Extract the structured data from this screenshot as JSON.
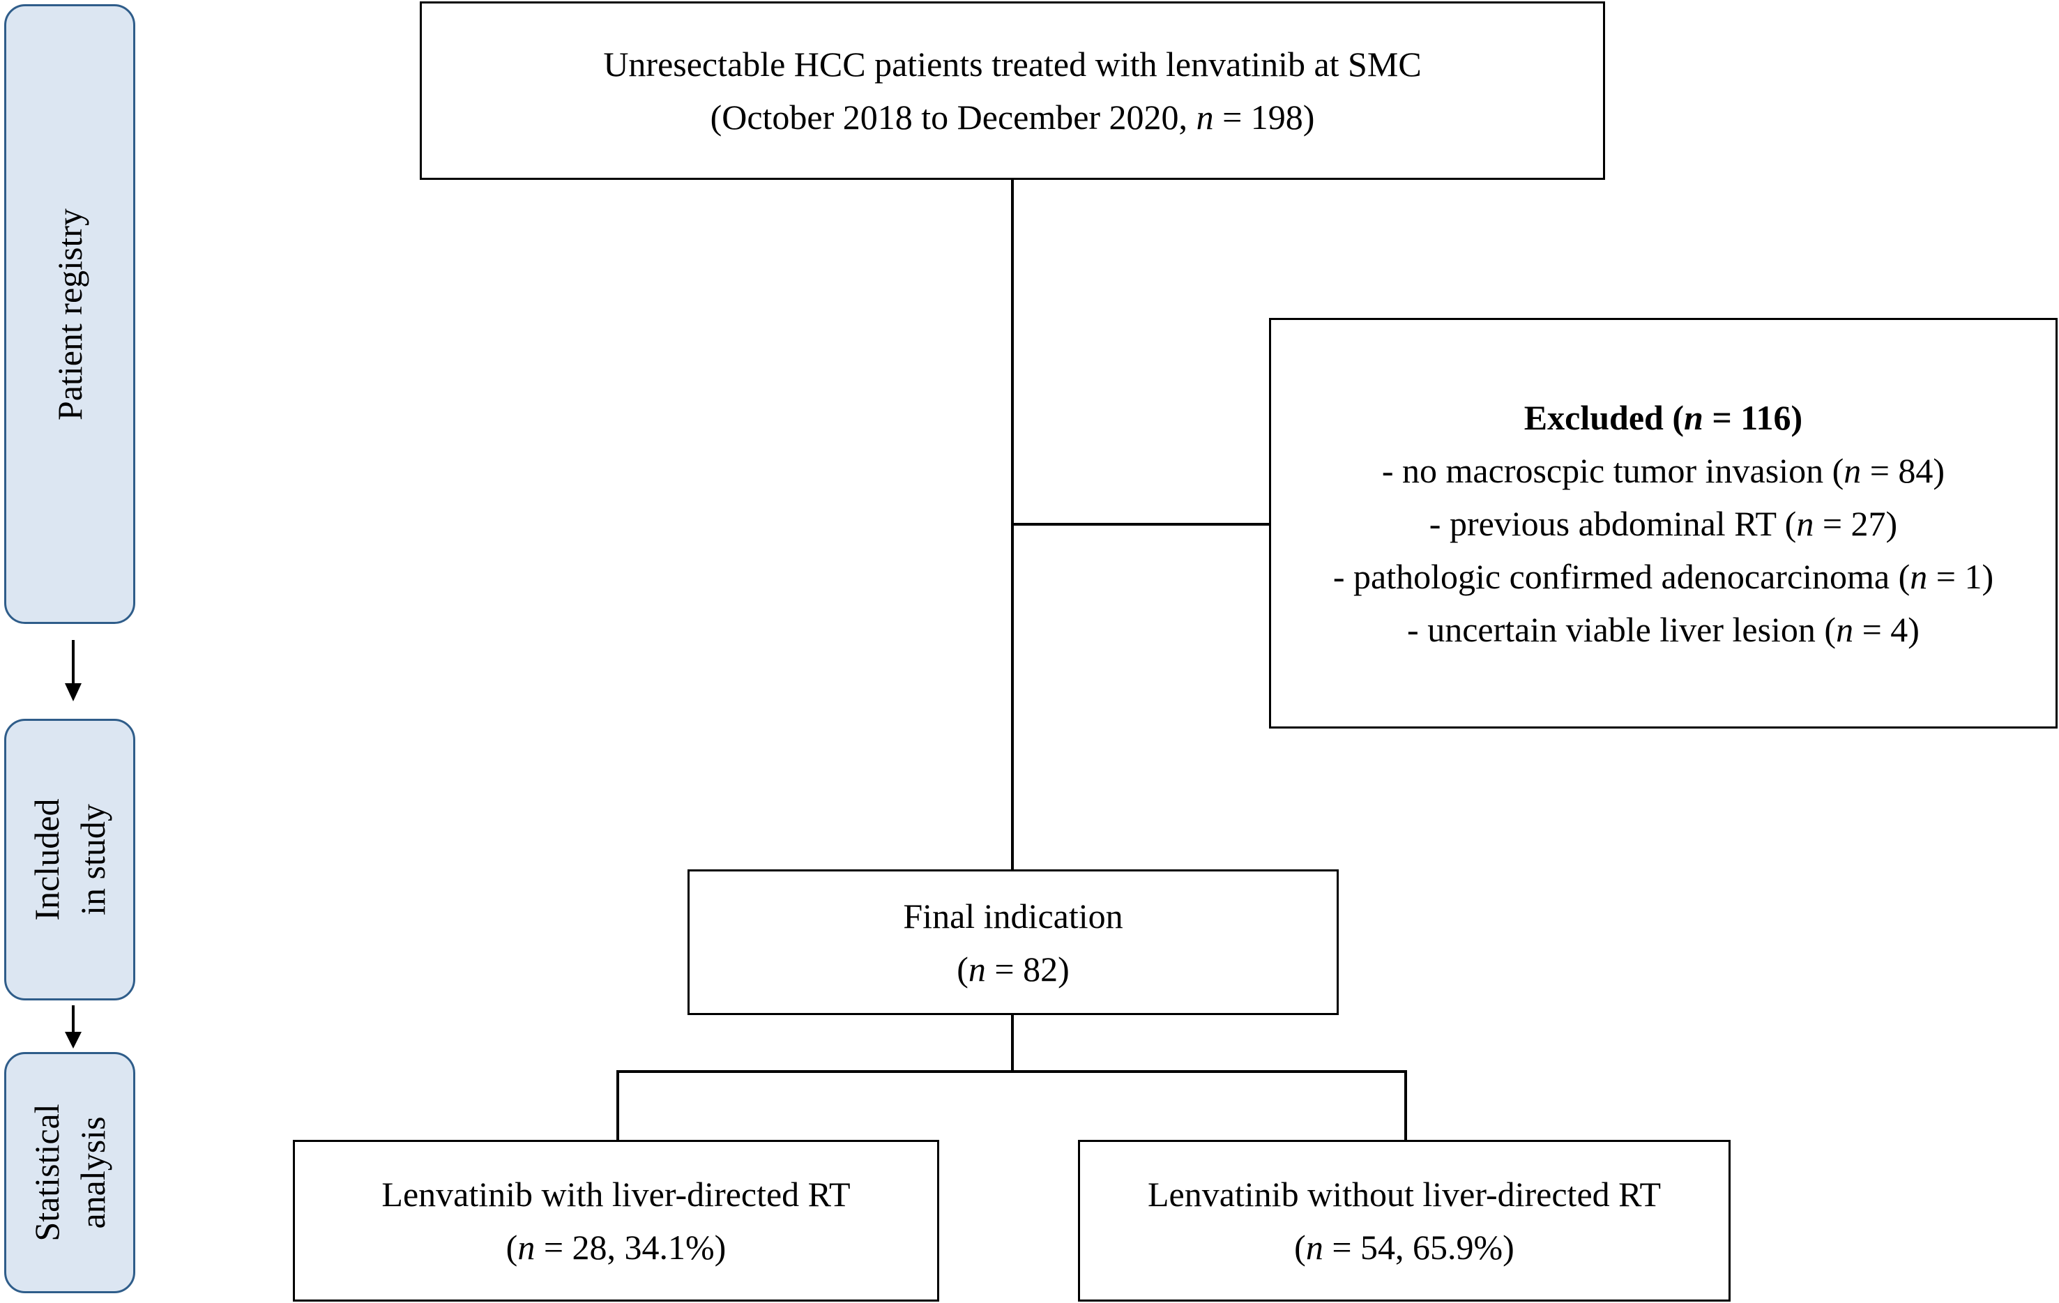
{
  "stages": [
    {
      "lines": [
        "Patient registry"
      ]
    },
    {
      "lines": [
        "Included",
        "in study"
      ]
    },
    {
      "lines": [
        "Statistical",
        "analysis"
      ]
    }
  ],
  "boxes": {
    "registry": {
      "line1": "Unresectable HCC patients treated with lenvatinib at SMC",
      "line2_pre": "(October 2018 to December 2020, ",
      "n_symbol": "n",
      "line2_post": " = 198)"
    },
    "excluded": {
      "title_pre": "Excluded (",
      "title_n": "n",
      "title_post": " = 116)",
      "items": [
        {
          "pre": "- no macroscpic tumor invasion (",
          "n": "n",
          "post": " = 84)"
        },
        {
          "pre": "- previous abdominal RT (",
          "n": "n",
          "post": " = 27)"
        },
        {
          "pre": "- pathologic confirmed adenocarcinoma (",
          "n": "n",
          "post": " = 1)"
        },
        {
          "pre": "- uncertain viable liver lesion (",
          "n": "n",
          "post": " = 4)"
        }
      ]
    },
    "final": {
      "line1": "Final indication",
      "line2_pre": "(",
      "n_symbol": "n",
      "line2_post": " = 82)"
    },
    "with_rt": {
      "line1": "Lenvatinib with liver-directed RT",
      "line2_pre": "(",
      "n_symbol": "n",
      "line2_post": " = 28, 34.1%)"
    },
    "without_rt": {
      "line1": "Lenvatinib without liver-directed RT",
      "line2_pre": "(",
      "n_symbol": "n",
      "line2_post": " = 54, 65.9%)"
    }
  },
  "colors": {
    "stage_fill": "#dce6f2",
    "stage_border": "#2f5d8a",
    "line": "#000000"
  }
}
